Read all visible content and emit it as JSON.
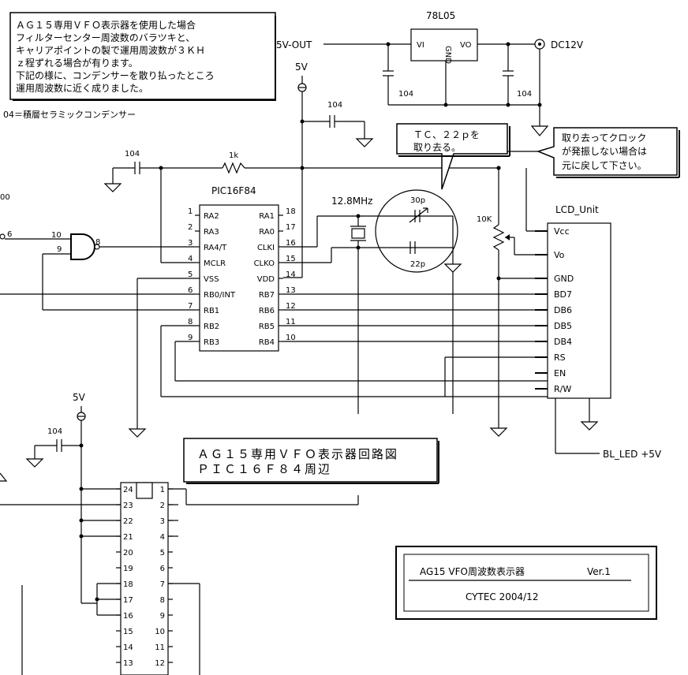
{
  "notes": {
    "note_box_lines": [
      "ＡＧ１５専用ＶＦＯ表示器を使用した場合",
      "フィルターセンター周波数のバラツキと、",
      "キャリアポイントの製で運用周波数が３ＫＨ",
      "ｚ程ずれる場合が有ります。",
      "下記の様に、コンデンサーを散り払ったところ",
      "運用周波数に近く成りました。"
    ],
    "capacitor_note": "04＝積層セラミックコンデンサー",
    "callout_tc_lines": [
      "ＴＣ、２２ｐを",
      "取り去る。"
    ],
    "callout_clock_lines": [
      "取り去ってクロック",
      "が発振しない場合は",
      "元に戻して下さい。"
    ],
    "title_lines": [
      "ＡＧ１５専用ＶＦＯ表示器回路図",
      "ＰＩＣ１６Ｆ８４周辺"
    ]
  },
  "components": {
    "regulator": "78L05",
    "reg_vi": "VI",
    "reg_vo": "VO",
    "reg_gnd": "GND",
    "out_5v": "5V-OUT",
    "dc12v": "DC12V",
    "cap_104": "104",
    "supply_5v": "5V",
    "resistor_1k": "1k",
    "pic_name": "PIC16F84",
    "crystal": "12.8MHz",
    "cap_30p": "30p",
    "cap_22p": "22p",
    "pot_10k": "10K",
    "lcd_name": "LCD_Unit",
    "bl_led": "BL_LED +5V",
    "gate_pin_6": "6",
    "gate_pin_10": "10",
    "gate_pin_9": "9",
    "gate_pin_8": "8",
    "edge_label": "00"
  },
  "pic_left_pins": [
    {
      "num": "1",
      "name": "RA2"
    },
    {
      "num": "2",
      "name": "RA3"
    },
    {
      "num": "3",
      "name": "RA4/T"
    },
    {
      "num": "4",
      "name": "MCLR"
    },
    {
      "num": "5",
      "name": "VSS"
    },
    {
      "num": "6",
      "name": "RB0/INT"
    },
    {
      "num": "7",
      "name": "RB1"
    },
    {
      "num": "8",
      "name": "RB2"
    },
    {
      "num": "9",
      "name": "RB3"
    }
  ],
  "pic_right_pins": [
    {
      "num": "18",
      "name": "RA1"
    },
    {
      "num": "17",
      "name": "RA0"
    },
    {
      "num": "16",
      "name": "CLKI"
    },
    {
      "num": "15",
      "name": "CLKO"
    },
    {
      "num": "14",
      "name": "VDD"
    },
    {
      "num": "13",
      "name": "RB7"
    },
    {
      "num": "12",
      "name": "RB6"
    },
    {
      "num": "11",
      "name": "RB5"
    },
    {
      "num": "10",
      "name": "RB4"
    }
  ],
  "lcd_pins": [
    "Vcc",
    "Vo",
    "GND",
    "BD7",
    "DB6",
    "DB5",
    "DB4",
    "RS",
    "EN",
    "R/W"
  ],
  "ic24_left_pins": [
    "24",
    "23",
    "22",
    "21",
    "20",
    "19",
    "18",
    "17",
    "16",
    "15",
    "14",
    "13"
  ],
  "ic24_right_pins": [
    "1",
    "2",
    "3",
    "4",
    "5",
    "6",
    "7",
    "8",
    "9",
    "10",
    "11",
    "12"
  ],
  "info_box": {
    "line1": "AG15  VFO周波数表示器",
    "version": "Ver.1",
    "line2": "CYTEC  2004/12"
  }
}
